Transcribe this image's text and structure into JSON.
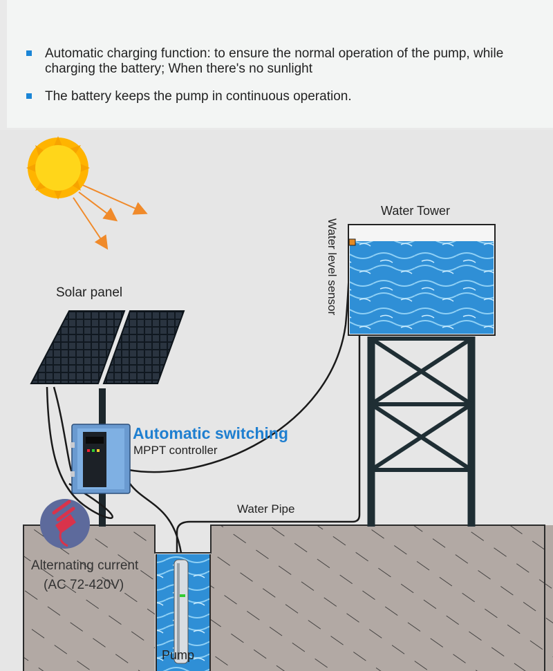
{
  "bullets": [
    "Automatic charging function: to ensure the normal operation of the pump, while charging the battery; When there's no sunlight",
    "The battery keeps the pump in continuous operation."
  ],
  "labels": {
    "solar_panel": "Solar panel",
    "water_tower": "Water Tower",
    "water_level_sensor": "Water level sensor",
    "switching": "Automatic switching",
    "mppt": "MPPT controller",
    "water_pipe": "Water Pipe",
    "ac_line1": "Alternating current",
    "ac_line2": "(AC 72-420V)",
    "pump": "Pump"
  },
  "colors": {
    "bullet": "#1a85d6",
    "switching_text": "#1f7fd0",
    "ground": "#b2a9a4",
    "water": "#2f8fd6",
    "tower_steel": "#1f2e34",
    "sun": "#f7a300",
    "arrows": "#f08a2a",
    "ac_icon": "#5d6a9c"
  },
  "icons": [
    "sun-icon",
    "solar-panel-icon",
    "mppt-controller-icon",
    "ac-plug-icon",
    "water-tower-icon",
    "submersible-pump-icon"
  ]
}
